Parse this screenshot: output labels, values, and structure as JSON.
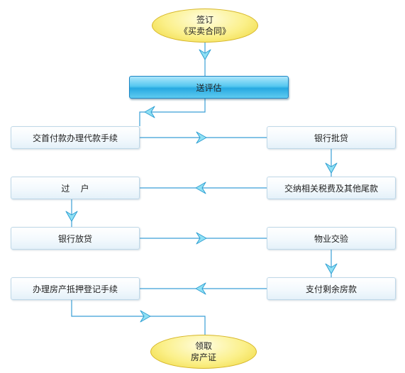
{
  "nodes": {
    "start_line1": "签订",
    "start_line2": "《买卖合同》",
    "valuation": "送评估",
    "down_payment": "交首付款办理代款手续",
    "bank_approval": "银行批贷",
    "pay_taxes": "交纳相关税费及其他尾款",
    "transfer": "过    户",
    "bank_loan": "银行放贷",
    "property_handover": "物业交验",
    "mortgage_registration": "办理房产抵押登记手续",
    "pay_balance": "支付剩余房款",
    "end_line1": "领取",
    "end_line2": "房产证"
  },
  "colors": {
    "connector": "#3a9fd6",
    "arrow_fill": "#8fe0f4",
    "arrow_stroke": "#2f9fd2"
  }
}
